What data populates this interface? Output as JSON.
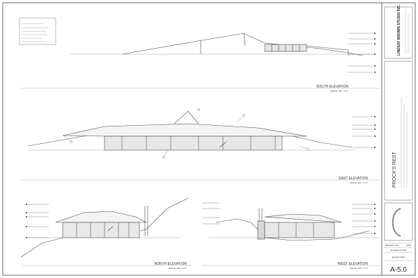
{
  "sheet": {
    "firm_name": "LINDSAY BROWN STUDIO INC.",
    "project_name": "PROCK'S REST",
    "project_number_label": "PROJECT NO.",
    "project_number": "0708",
    "date": "25 MARCH 2008",
    "drawing_title": "ELEVATIONS",
    "sheet_number": "A-5.0"
  },
  "views": [
    {
      "title": "SOUTH ELEVATION",
      "scale": "SCALE: 1/8\" = 1'-0\""
    },
    {
      "title": "EAST ELEVATION",
      "scale": "SCALE: 1/8\" = 1'-0\""
    },
    {
      "title": "NORTH ELEVATION",
      "scale": "SCALE: 1/8\" = 1'-0\""
    },
    {
      "title": "WEST ELEVATION",
      "scale": "SCALE: 1/8\" = 1'-0\""
    }
  ],
  "colors": {
    "line": "#444444",
    "fill_wall": "#d8d8d8",
    "fill_glass": "#ececec"
  }
}
